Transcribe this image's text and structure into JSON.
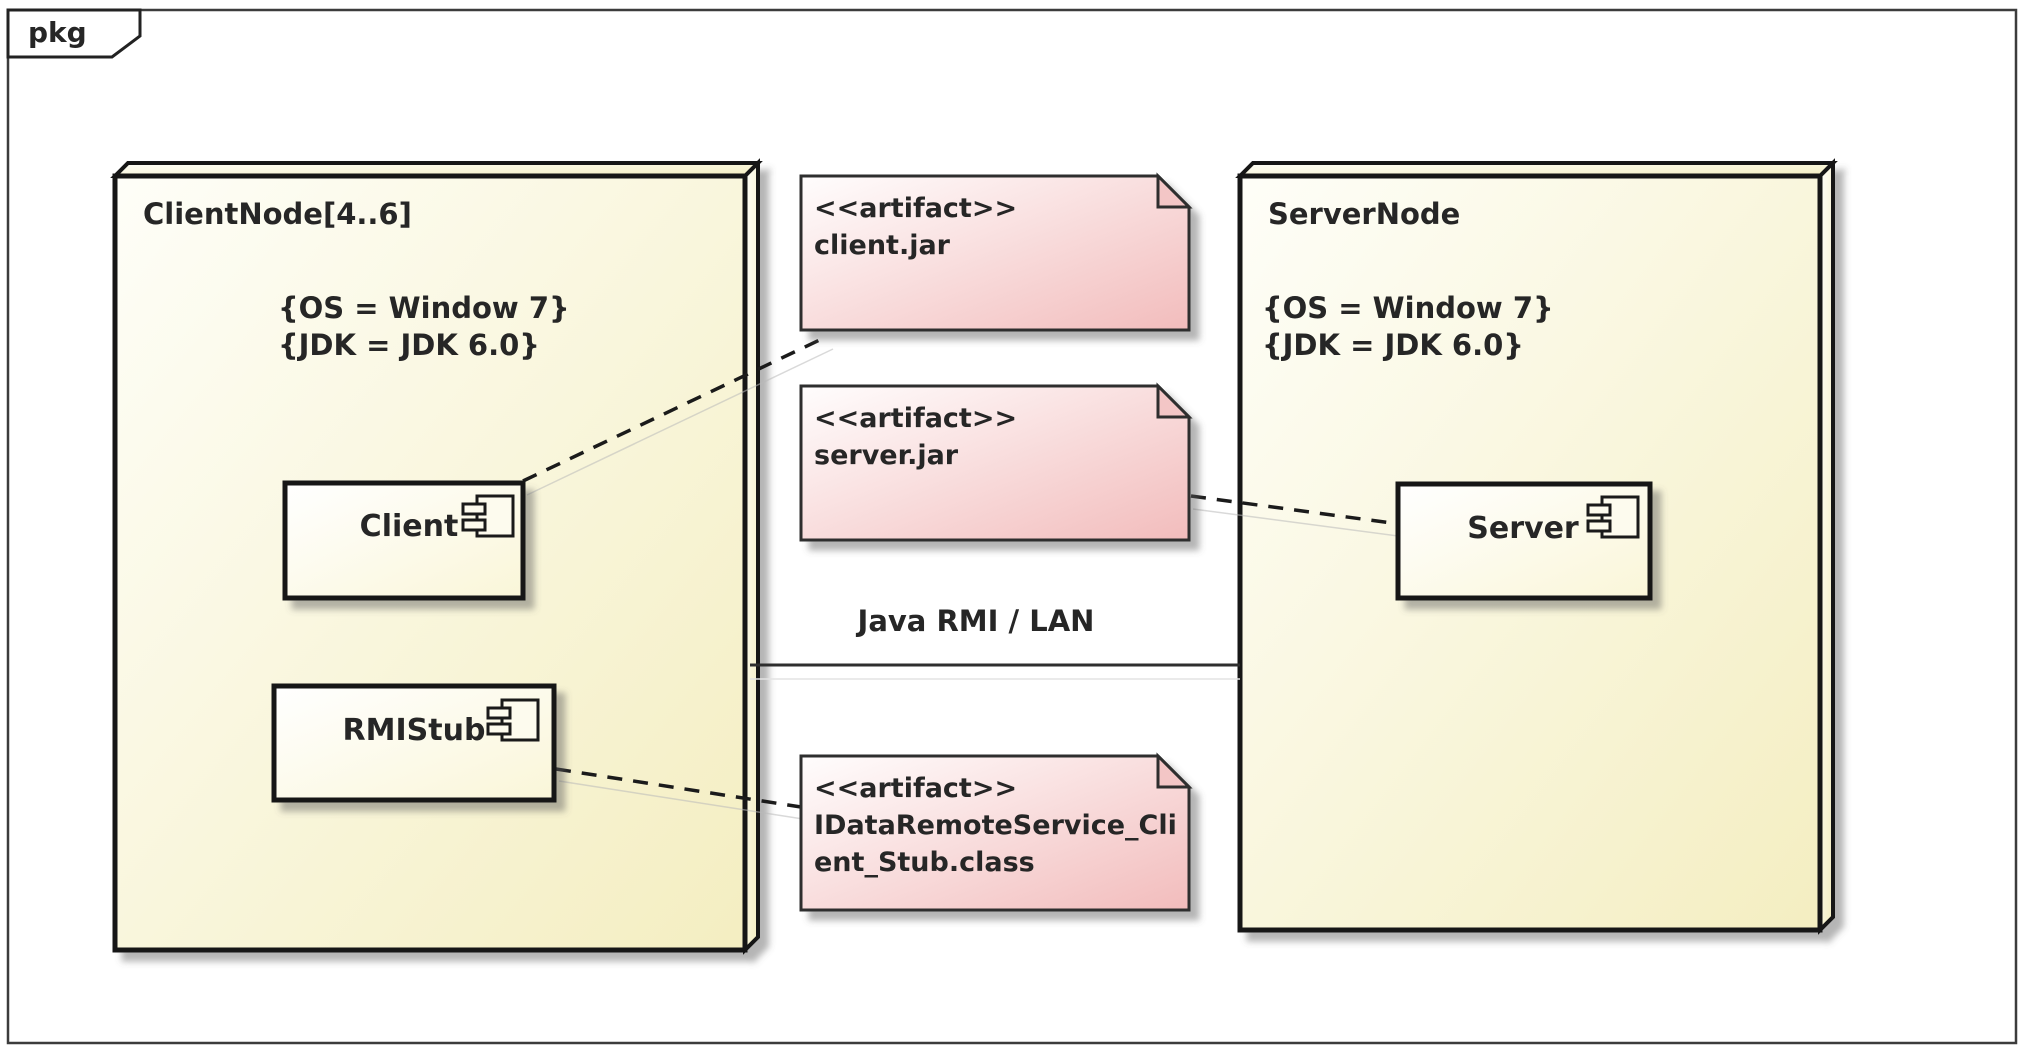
{
  "frame": {
    "label": "pkg"
  },
  "link": {
    "label": "Java RMI / LAN"
  },
  "nodes": {
    "client": {
      "title": "ClientNode[4..6]",
      "os": "{OS = Window 7}",
      "jdk": "{JDK = JDK 6.0}",
      "components": {
        "client": "Client",
        "rmistub": "RMIStub"
      }
    },
    "server": {
      "title": "ServerNode",
      "os": "{OS = Window 7}",
      "jdk": "{JDK = JDK 6.0}",
      "components": {
        "server": "Server"
      }
    }
  },
  "artifacts": {
    "client_jar": {
      "stereotype": "<<artifact>>",
      "name": "client.jar"
    },
    "server_jar": {
      "stereotype": "<<artifact>>",
      "name": "server.jar"
    },
    "stub_class": {
      "stereotype": "<<artifact>>",
      "name_line1": "IDataRemoteService_Cli",
      "name_line2": "ent_Stub.class"
    }
  },
  "colors": {
    "node_fill_start": "#fefef8",
    "node_fill_end": "#f4eec1",
    "comp_fill_start": "#ffffff",
    "comp_fill_end": "#faf6d8",
    "artifact_fill_start": "#fffdfd",
    "artifact_fill_end": "#f2bcbc",
    "artifact_fold": "#f3c6c6",
    "shape_border": "#161616",
    "frame_border": "#3c3c3c",
    "text": "#262626"
  }
}
